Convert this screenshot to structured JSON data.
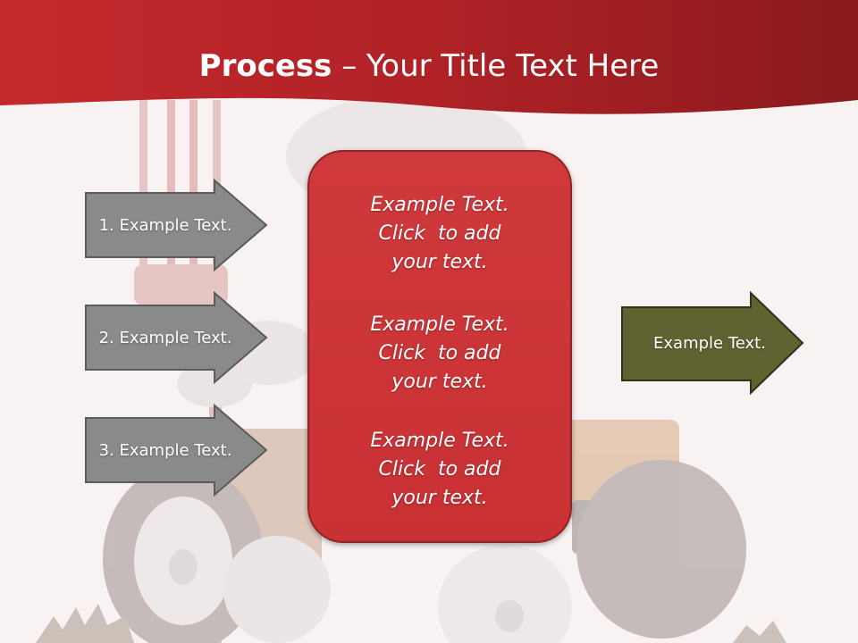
{
  "title": {
    "bold_part": "Process",
    "separator": " – ",
    "rest": "Your Title Text Here"
  },
  "inputs": [
    {
      "label": "1. Example Text."
    },
    {
      "label": "2. Example Text."
    },
    {
      "label": "3. Example Text."
    }
  ],
  "center_box": {
    "paragraphs": [
      {
        "line1": "Example Text.",
        "line2": "Click  to add",
        "line3": "your text."
      },
      {
        "line1": "Example Text.",
        "line2": "Click  to add",
        "line3": "your text."
      },
      {
        "line1": "Example Text.",
        "line2": "Click  to add",
        "line3": "your text."
      }
    ]
  },
  "output": {
    "label": "Example Text."
  },
  "colors": {
    "header_red": "#a01e22",
    "input_arrow_gray": "#8a8a8a",
    "center_box_red": "#cd3437",
    "output_arrow_olive": "#5f6331",
    "background": "#f8f2f2"
  }
}
